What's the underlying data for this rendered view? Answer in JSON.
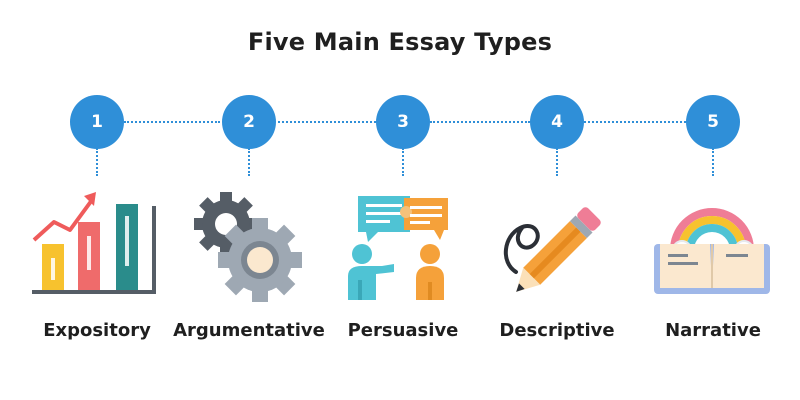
{
  "title": "Five Main Essay Types",
  "accent_color": "#2f8fd8",
  "steps": [
    {
      "number": "1",
      "label": "Expository",
      "icon": "bar-chart-icon"
    },
    {
      "number": "2",
      "label": "Argumentative",
      "icon": "gears-icon"
    },
    {
      "number": "3",
      "label": "Persuasive",
      "icon": "conversation-icon"
    },
    {
      "number": "4",
      "label": "Descriptive",
      "icon": "pencil-icon"
    },
    {
      "number": "5",
      "label": "Narrative",
      "icon": "storybook-icon"
    }
  ]
}
